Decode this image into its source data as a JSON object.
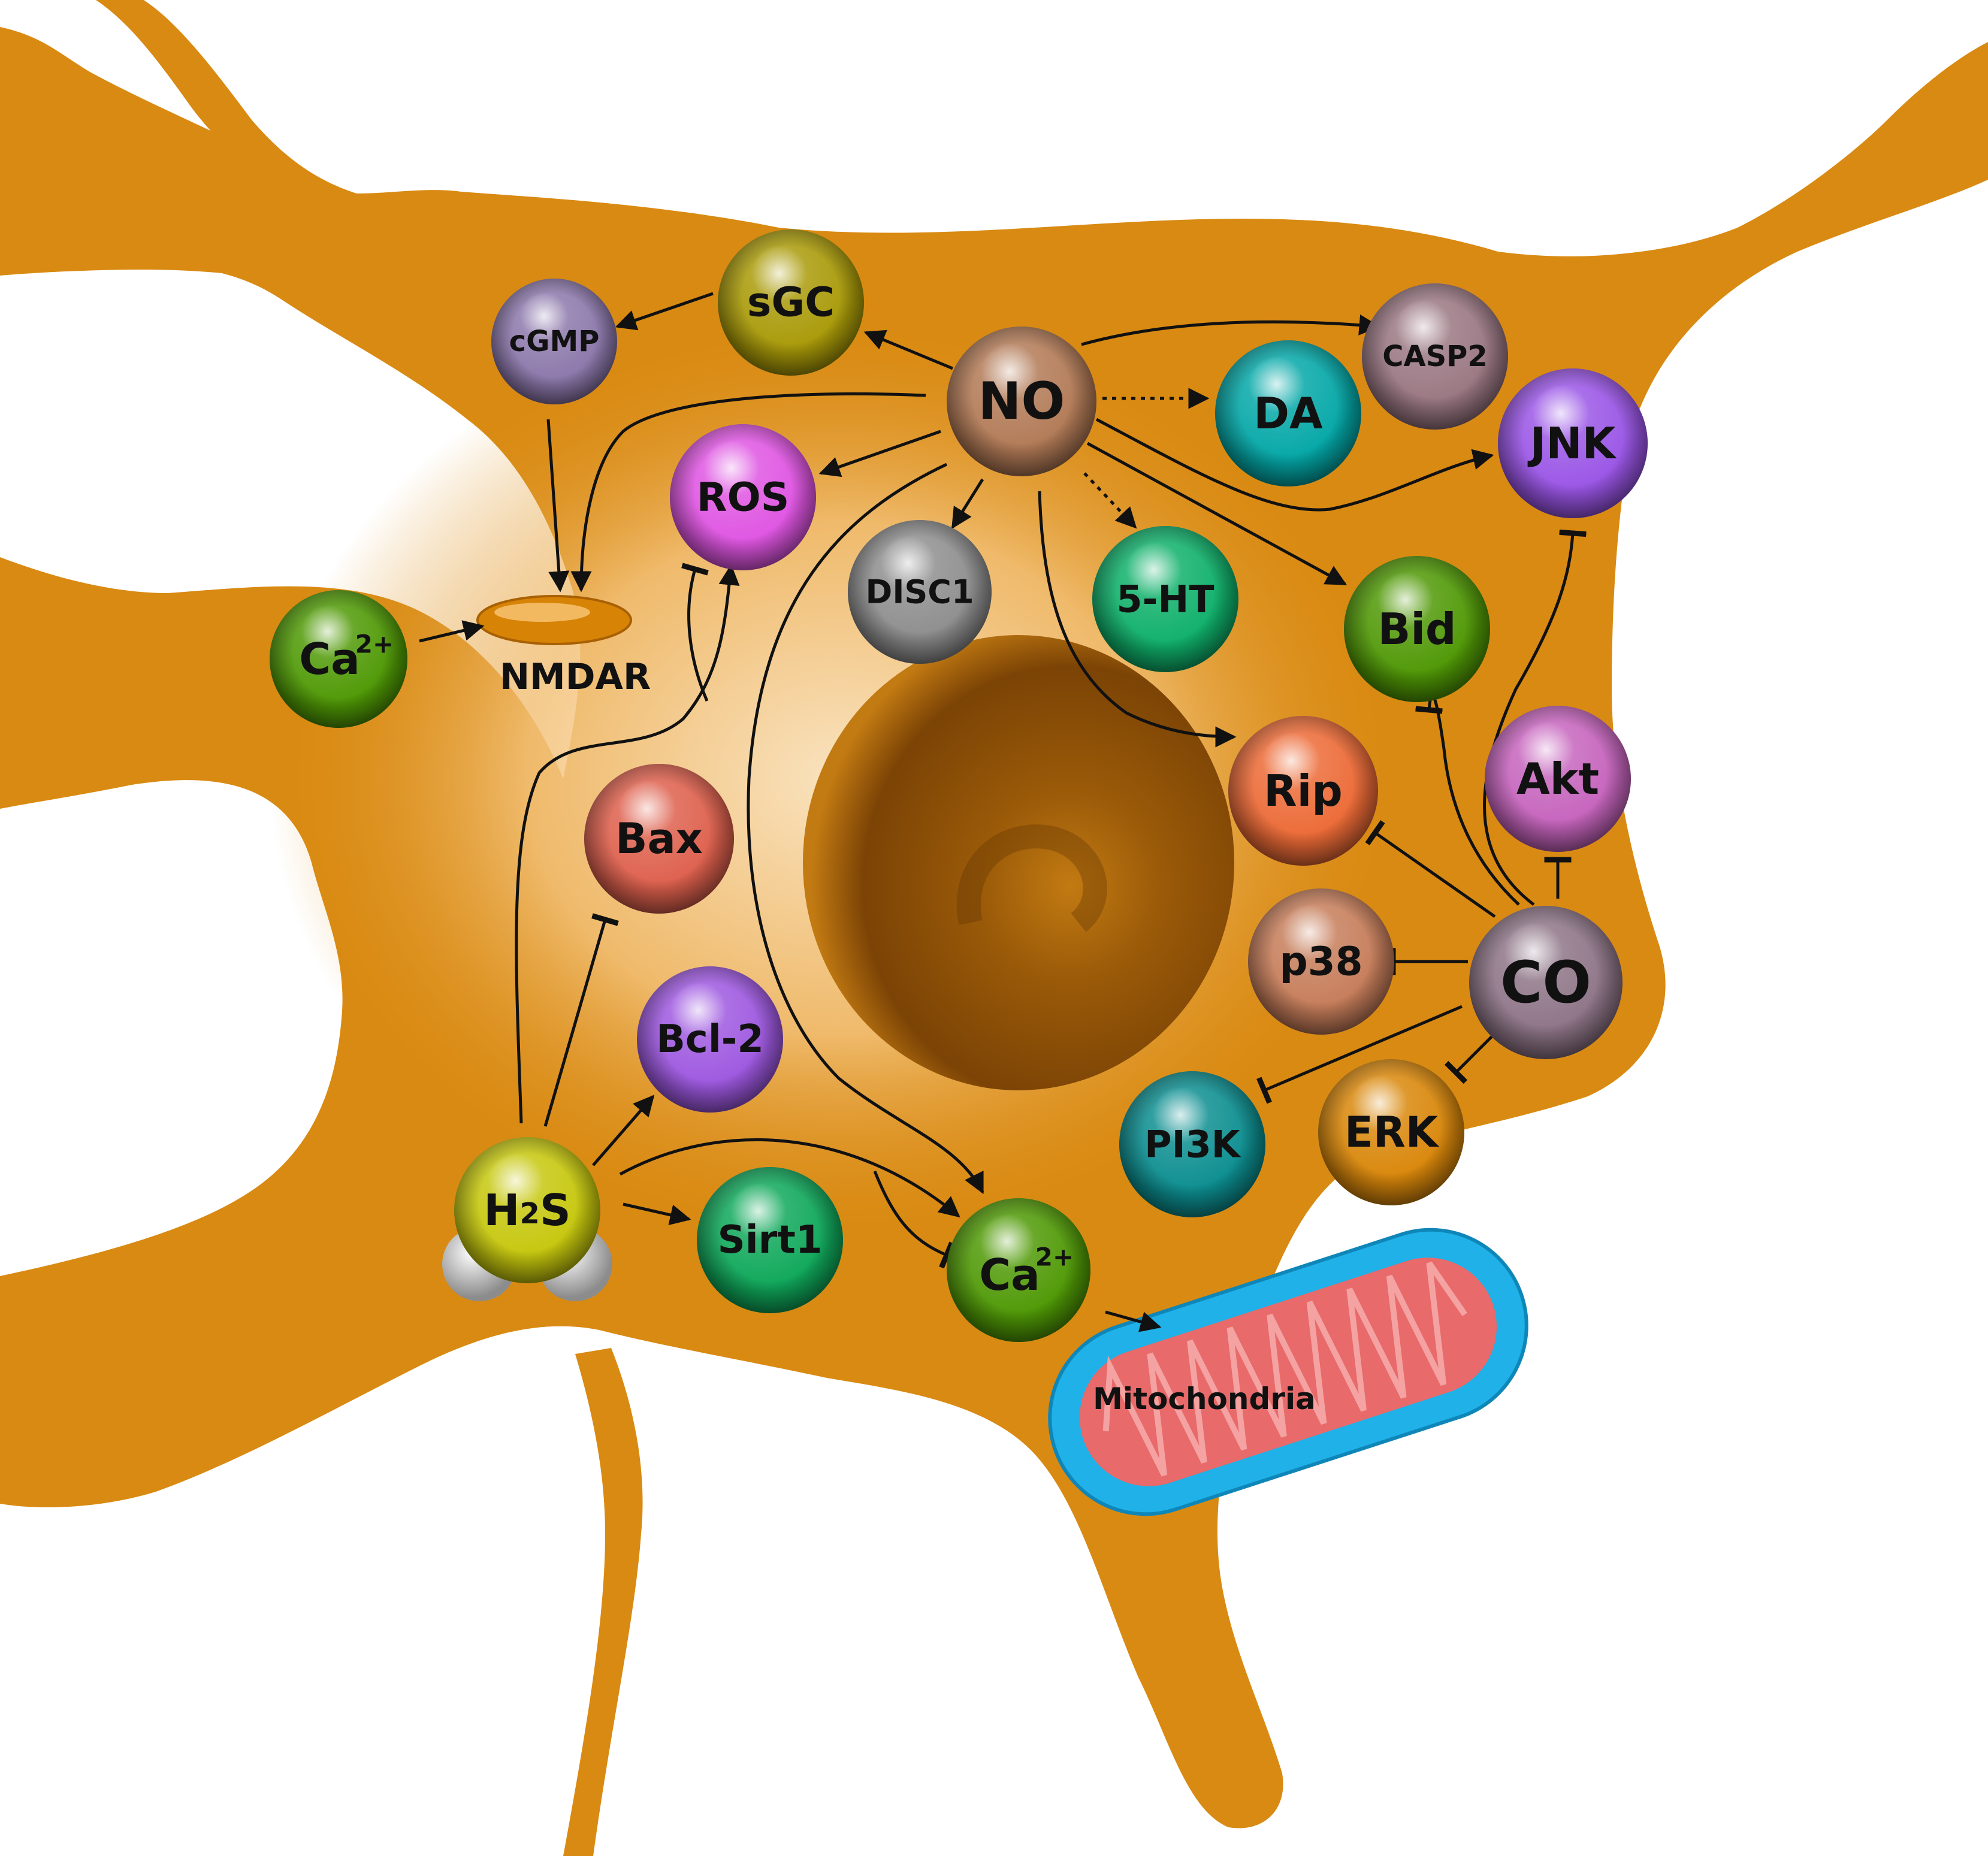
{
  "nodes": {
    "no": {
      "label": "NO",
      "color": "#b27a56"
    },
    "sgc": {
      "label": "sGC",
      "color": "#a99a08"
    },
    "cgmp": {
      "label": "cGMP",
      "color": "#8c78ab"
    },
    "ros": {
      "label": "ROS",
      "color": "#df55e2"
    },
    "disc1": {
      "label": "DISC1",
      "color": "#8e8e8e"
    },
    "ht5": {
      "label": "5-HT",
      "color": "#0fb06a"
    },
    "da": {
      "label": "DA",
      "color": "#04a7a7"
    },
    "casp2": {
      "label": "CASP2",
      "color": "#9a7782"
    },
    "jnk": {
      "label": "JNK",
      "color": "#9a55e6"
    },
    "bid": {
      "label": "Bid",
      "color": "#4f9805"
    },
    "rip": {
      "label": "Rip",
      "color": "#ec6a36"
    },
    "akt": {
      "label": "Akt",
      "color": "#c664bd"
    },
    "p38": {
      "label": "p38",
      "color": "#c67d5a"
    },
    "co": {
      "label": "CO",
      "color": "#8e7587"
    },
    "pi3k": {
      "label": "PI3K",
      "color": "#0c8e90"
    },
    "erk": {
      "label": "ERK",
      "color": "#d9870a"
    },
    "bax": {
      "label": "Bax",
      "color": "#de604d"
    },
    "bcl2": {
      "label": "Bcl-2",
      "color": "#9e58e0"
    },
    "sirt1": {
      "label": "Sirt1",
      "color": "#0fa85a"
    },
    "ca_in": {
      "label": "Ca",
      "sup": "2+",
      "color": "#4f9905"
    },
    "ca_out": {
      "label": "Ca",
      "sup": "2+",
      "color": "#4f9905"
    },
    "h2s": {
      "label_main": "H",
      "label_sub": "2",
      "label_end": "S",
      "color": "#c6c70d"
    }
  },
  "receptor": {
    "label": "NMDAR",
    "color": "#d68306"
  },
  "organelle": {
    "label": "Mitochondria",
    "outer_color": "#1fb1e8",
    "inner_color": "#e86a6a"
  },
  "cell_color": "#d98a12"
}
